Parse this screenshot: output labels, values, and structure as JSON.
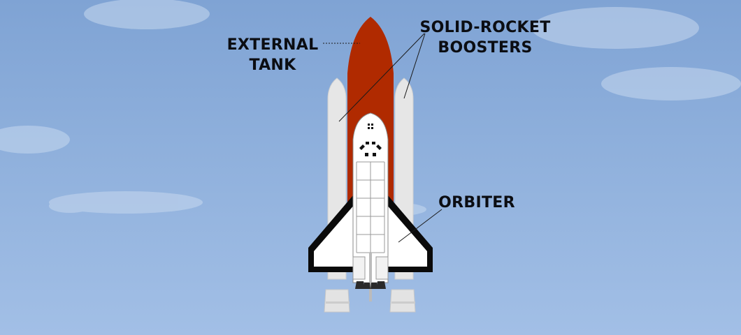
{
  "labels": {
    "external_tank": [
      "EXTERNAL",
      "TANK"
    ],
    "solid_rocket_boosters": [
      "SOLID-ROCKET",
      "BOOSTERS"
    ],
    "orbiter": "ORBITER"
  },
  "colors": {
    "sky": "#8fb0dc",
    "external_tank": "#b02a00",
    "booster": "#e6e6e6",
    "orbiter": "#ffffff",
    "heat_tiles": "#0a0a0a",
    "label_text": "#0b0d12"
  }
}
